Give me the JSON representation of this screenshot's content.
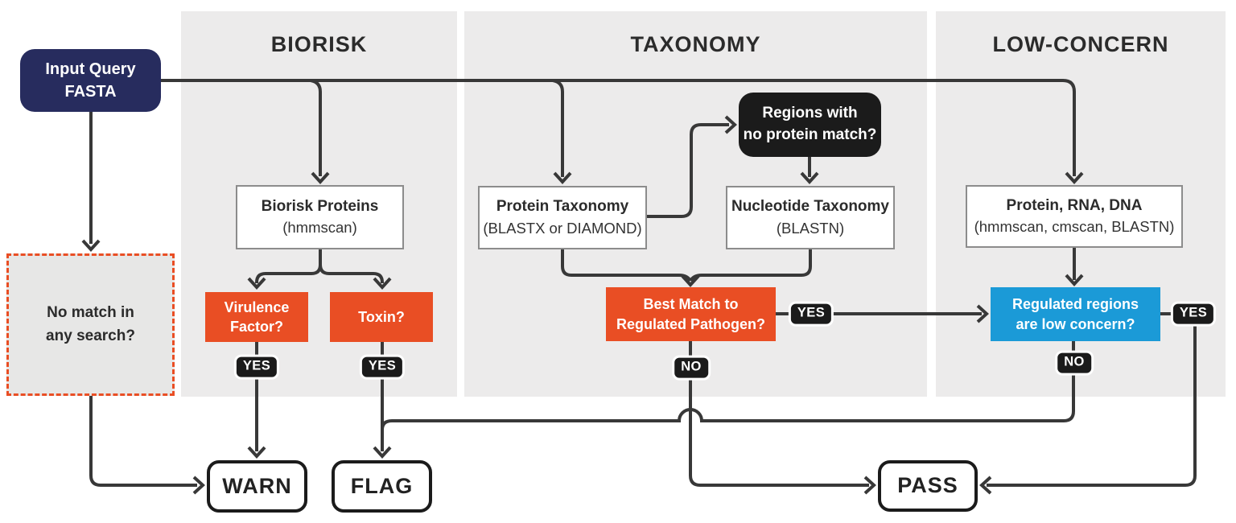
{
  "colors": {
    "navy": "#272c5e",
    "orange": "#e94e24",
    "blue": "#1b9ad7",
    "black_node": "#1b1b1b",
    "panel": "#ecebeb",
    "line": "#383838",
    "box_border": "#8c8c8c",
    "dark_text": "#2b2b2b",
    "white": "#ffffff"
  },
  "panels": {
    "biorisk": {
      "title": "BIORISK"
    },
    "taxonomy": {
      "title": "TAXONOMY"
    },
    "low_concern": {
      "title": "LOW-CONCERN"
    }
  },
  "nodes": {
    "input": {
      "line1": "Input Query",
      "line2": "FASTA"
    },
    "no_match": {
      "line1": "No match in",
      "line2": "any search?"
    },
    "biorisk_proteins": {
      "title": "Biorisk Proteins",
      "subtitle": "(hmmscan)"
    },
    "virulence": {
      "line1": "Virulence",
      "line2": "Factor?"
    },
    "toxin": {
      "label": "Toxin?"
    },
    "protein_taxonomy": {
      "title": "Protein Taxonomy",
      "subtitle": "(BLASTX or DIAMOND)"
    },
    "nucleotide_taxonomy": {
      "title": "Nucleotide Taxonomy",
      "subtitle": "(BLASTN)"
    },
    "regions_no_protein": {
      "line1": "Regions with",
      "line2": "no protein match?"
    },
    "best_match": {
      "line1": "Best Match to",
      "line2": "Regulated Pathogen?"
    },
    "protein_rna_dna": {
      "title": "Protein, RNA, DNA",
      "subtitle": "(hmmscan, cmscan, BLASTN)"
    },
    "regulated_regions": {
      "line1": "Regulated regions",
      "line2": "are low concern?"
    },
    "warn": {
      "label": "WARN"
    },
    "flag": {
      "label": "FLAG"
    },
    "pass": {
      "label": "PASS"
    }
  },
  "badges": {
    "virulence_yes": "YES",
    "toxin_yes": "YES",
    "best_match_yes": "YES",
    "best_match_no": "NO",
    "regulated_yes": "YES",
    "regulated_no": "NO"
  }
}
